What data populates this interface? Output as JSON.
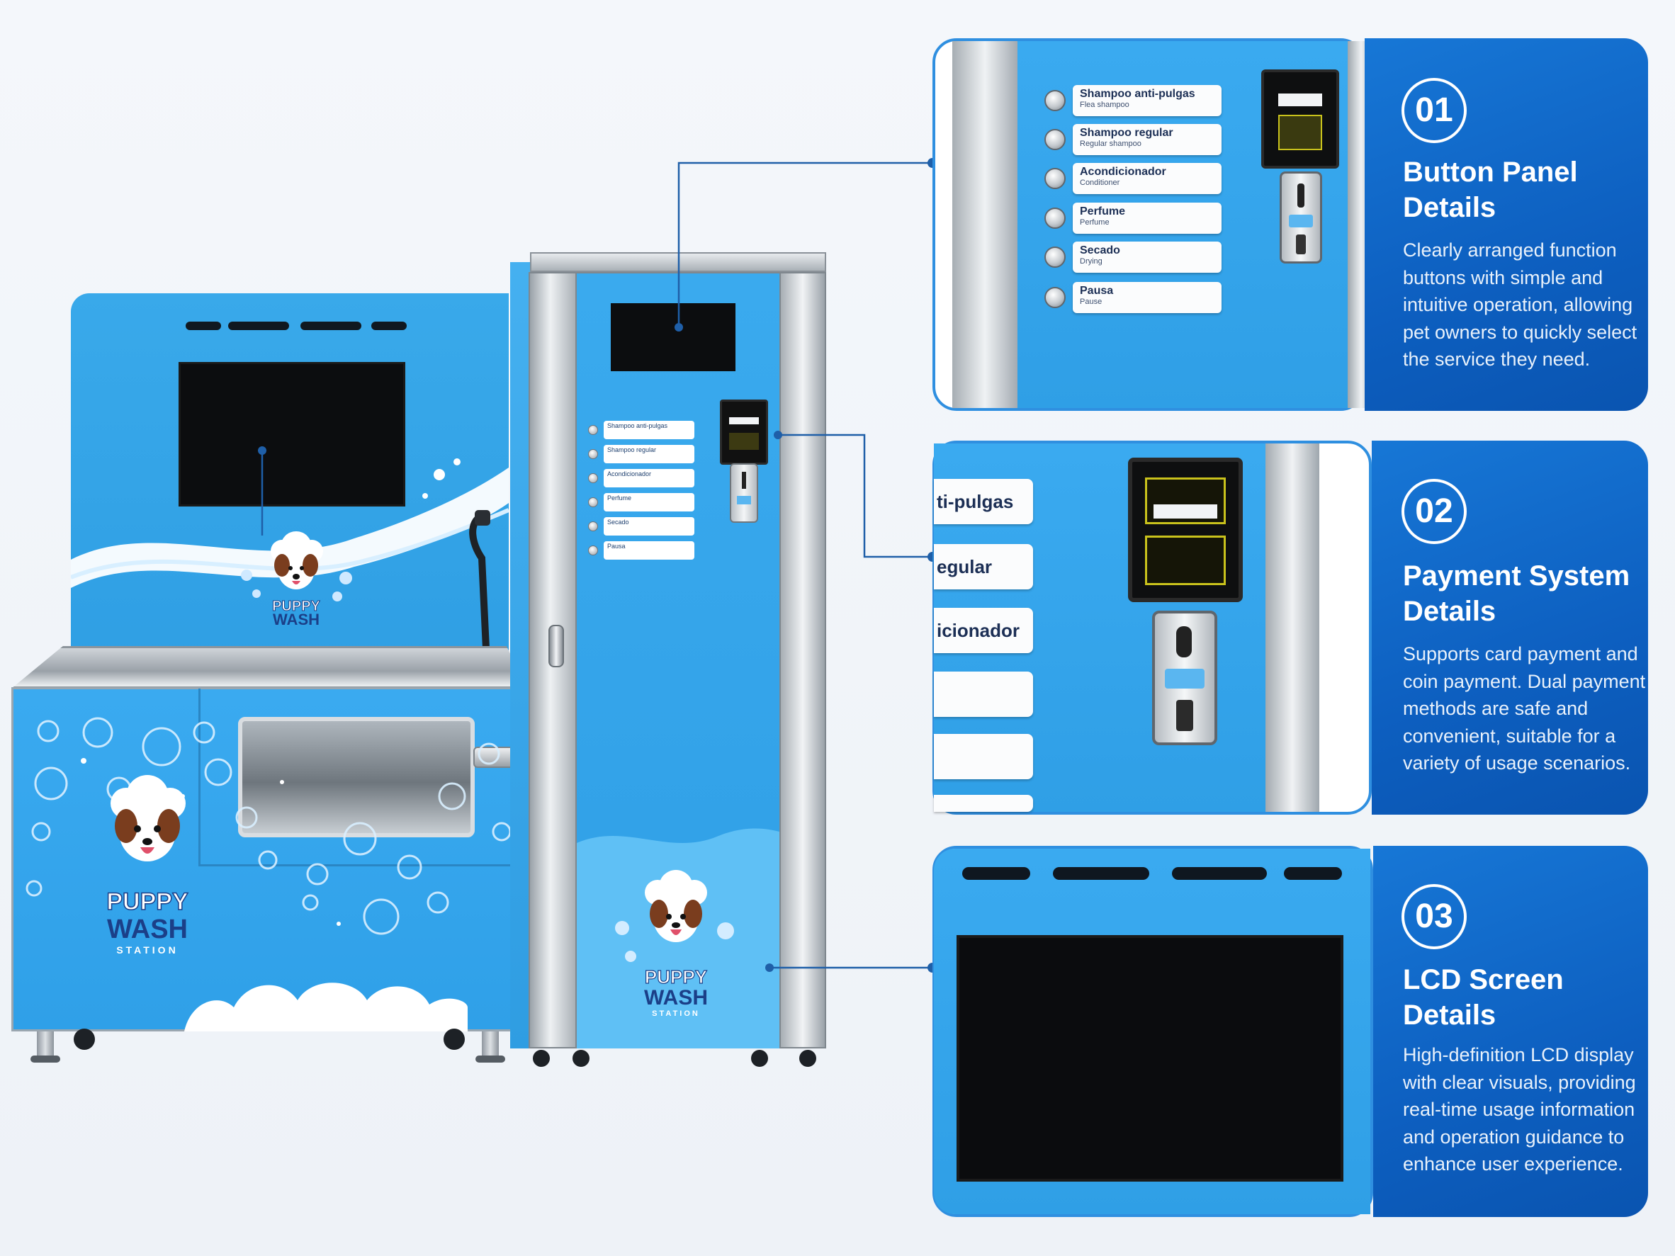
{
  "brand": {
    "line1": "PUPPY",
    "line2": "WASH",
    "line3": "STATION"
  },
  "button_panel": [
    {
      "label": "Shampoo anti-pulgas",
      "sub": "Flea shampoo"
    },
    {
      "label": "Shampoo regular",
      "sub": "Regular shampoo"
    },
    {
      "label": "Acondicionador",
      "sub": "Conditioner"
    },
    {
      "label": "Perfume",
      "sub": "Perfume"
    },
    {
      "label": "Secado",
      "sub": "Drying"
    },
    {
      "label": "Pausa",
      "sub": "Pause"
    }
  ],
  "payment_zoom_labels": [
    "ti-pulgas",
    "egular",
    "icionador",
    "",
    ""
  ],
  "callouts": [
    {
      "number": "01",
      "title": "Button Panel Details",
      "description": "Clearly arranged function buttons with simple and intuitive operation, allowing pet owners to quickly select the service they need."
    },
    {
      "number": "02",
      "title": "Payment System Details",
      "description": "Supports card payment and coin payment. Dual payment methods are safe and convenient, suitable for a variety of usage scenarios."
    },
    {
      "number": "03",
      "title": "LCD Screen Details",
      "description": "High-definition LCD display with clear visuals, providing real-time usage information and operation guidance to enhance user experience."
    }
  ],
  "colors": {
    "machine_blue": "#2f9fe6",
    "callout_blue": "#0d5fc0",
    "leader_line": "#1f5fa8",
    "stainless": "#c9cfd4"
  }
}
